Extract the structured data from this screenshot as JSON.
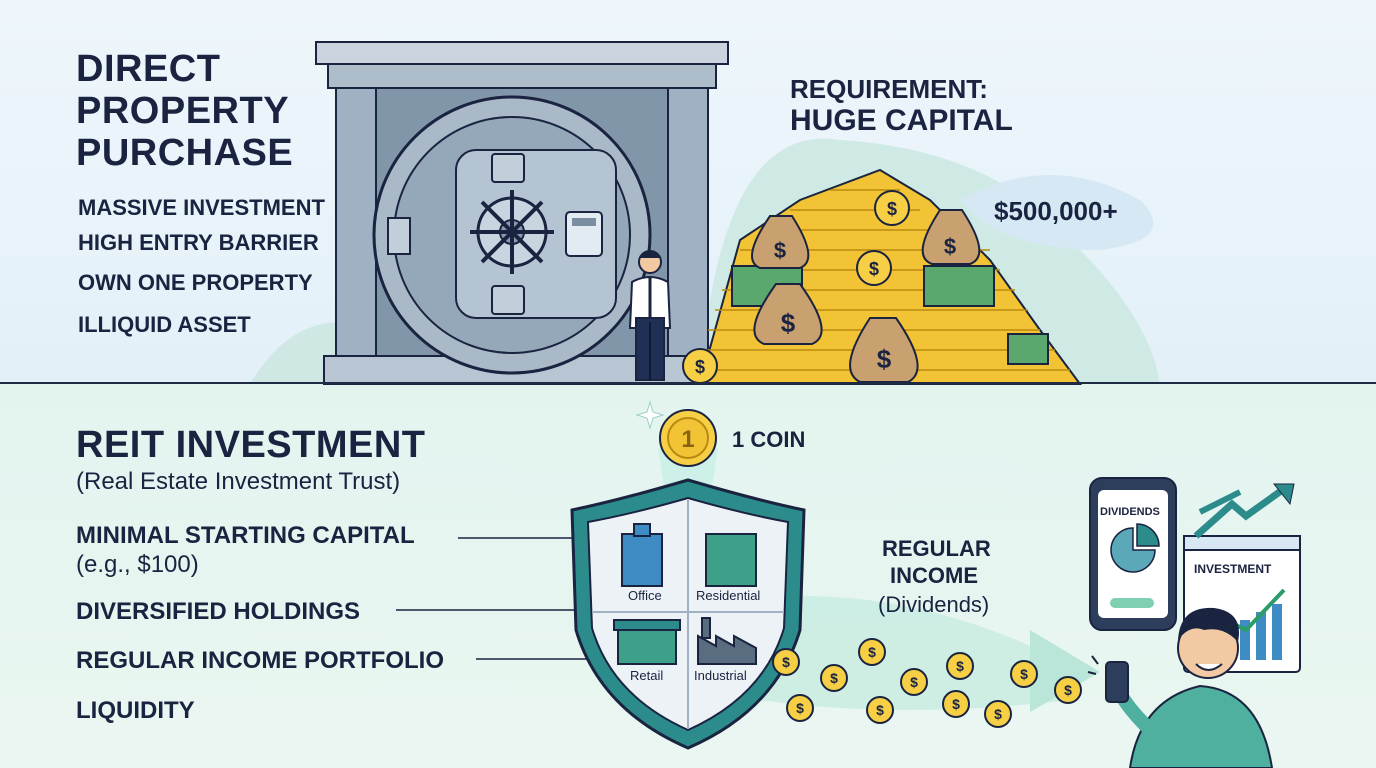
{
  "top": {
    "title_lines": [
      "DIRECT",
      "PROPERTY",
      "PURCHASE"
    ],
    "bullets": [
      "MASSIVE INVESTMENT",
      "HIGH ENTRY BARRIER",
      "OWN ONE PROPERTY",
      "ILLIQUID ASSET"
    ],
    "requirement_lines": [
      "REQUIREMENT:",
      "HUGE CAPITAL"
    ],
    "amount": "$500,000+",
    "bag_symbol": "$"
  },
  "bottom": {
    "title": "REIT INVESTMENT",
    "subtitle": "(Real Estate Investment Trust)",
    "bullets": [
      "MINIMAL STARTING CAPITAL",
      "(e.g., $100)",
      "DIVERSIFIED HOLDINGS",
      "REGULAR INCOME PORTFOLIO",
      "LIQUIDITY"
    ],
    "coin_label": "1 COIN",
    "coin_number": "1",
    "shield_labels": [
      "Office",
      "Residential",
      "Retail",
      "Industrial"
    ],
    "income_lines": [
      "REGULAR",
      "INCOME",
      "(Dividends)"
    ],
    "phone_label": "DIVIDENDS",
    "investment_label": "INVESTMENT",
    "coin_symbol": "$"
  },
  "colors": {
    "navy": "#1a2340",
    "teal": "#2c8c8c",
    "gold": "#f2c335",
    "vault_gray": "#8fa3b5",
    "money_green": "#5aa86e"
  }
}
